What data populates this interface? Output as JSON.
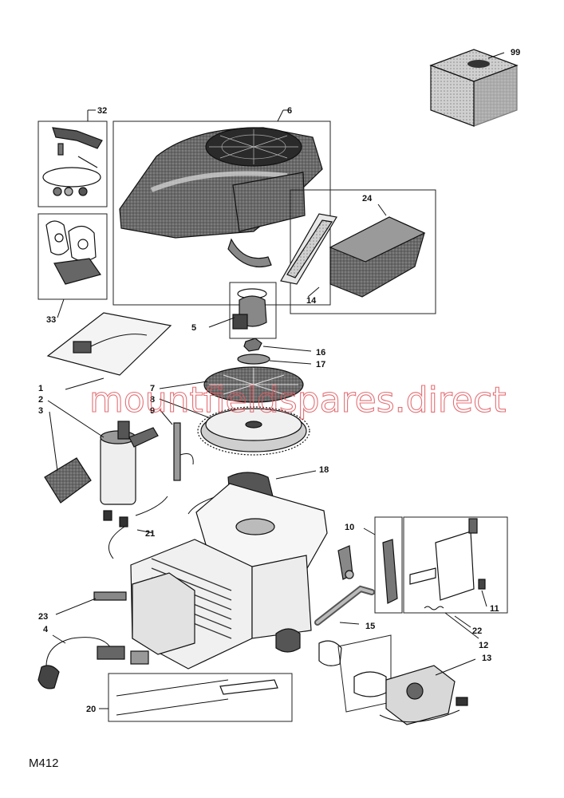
{
  "watermark": "mountfieldspares.direct",
  "diagram_code": "M412",
  "callouts": {
    "c1": "1",
    "c2": "2",
    "c3": "3",
    "c4": "4",
    "c5": "5",
    "c6": "6",
    "c7": "7",
    "c8": "8",
    "c9": "9",
    "c10": "10",
    "c11": "11",
    "c12": "12",
    "c13": "13",
    "c14": "14",
    "c15": "15",
    "c16": "16",
    "c17": "17",
    "c18": "18",
    "c20": "20",
    "c21": "21",
    "c22": "22",
    "c23": "23",
    "c24": "24",
    "c32": "32",
    "c33": "33",
    "c99": "99"
  },
  "colors": {
    "ink": "#111111",
    "watermark": "#e0585e",
    "shade": "#555555"
  }
}
